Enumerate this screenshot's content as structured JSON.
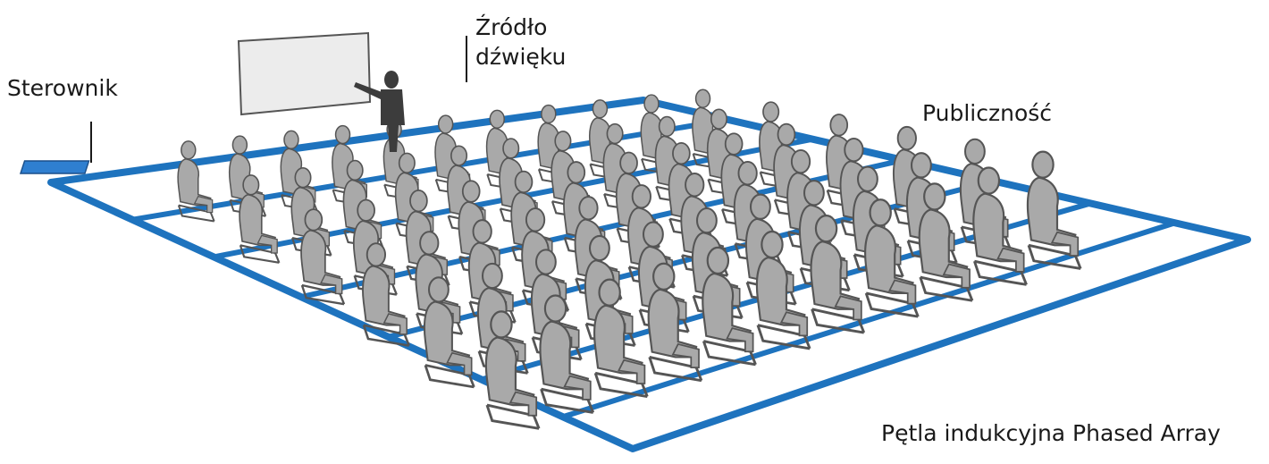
{
  "labels": {
    "controller": "Sterownik",
    "source_line1": "Źródło",
    "source_line2": "dźwięku",
    "audience": "Publiczność",
    "loop": "Pętla indukcyjna Phased Array"
  },
  "colors": {
    "loop_blue": "#1e73be",
    "figure_fill": "#a9a9a9",
    "figure_stroke": "#555555",
    "screen_fill": "#ececec",
    "presenter_fill": "#3c3c3c",
    "controller_fill": "#2f7fd0"
  }
}
